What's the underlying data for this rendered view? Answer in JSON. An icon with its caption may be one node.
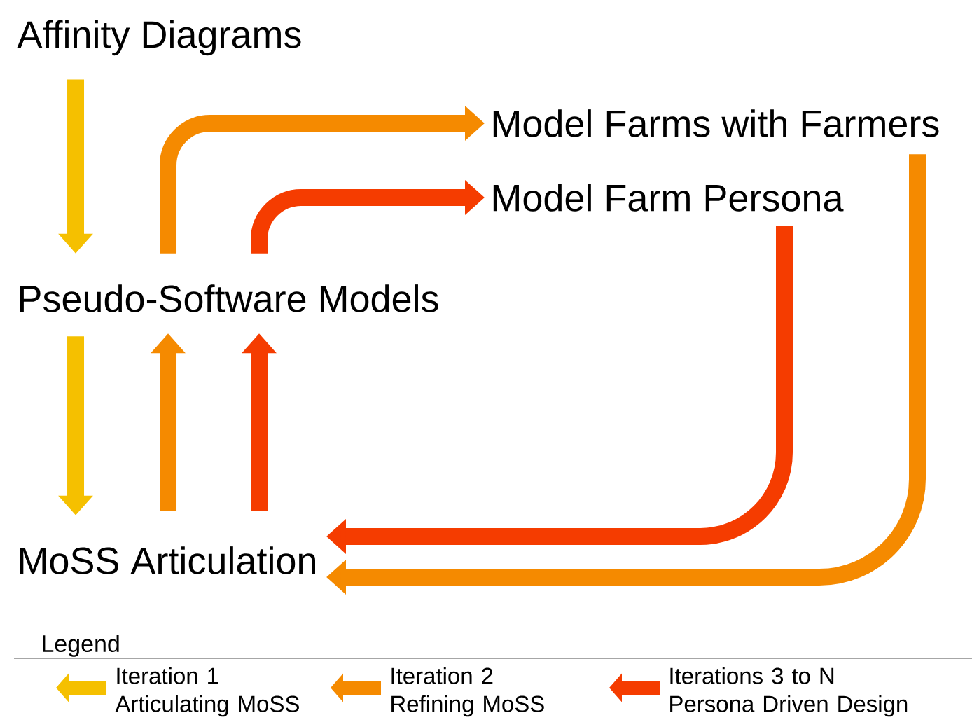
{
  "diagram": {
    "nodes": [
      {
        "text": [
          "Affinity Diagrams"
        ]
      },
      {
        "text": [
          "Pseudo-Software Models"
        ]
      },
      {
        "text": [
          "Model Farms with Farmers"
        ]
      },
      {
        "text": [
          "Model Farm Persona"
        ]
      },
      {
        "text": [
          "MoSS Articulation"
        ]
      }
    ],
    "edges": [
      {
        "from": 0,
        "to": 1,
        "arrow": "to",
        "color": "#f5c000"
      },
      {
        "from": 1,
        "to": 4,
        "arrow": "to",
        "color": "#f5c000"
      },
      {
        "from": 4,
        "to": 1,
        "arrow": "to",
        "color": "#f58a00"
      },
      {
        "from": 4,
        "to": 1,
        "arrow": "to",
        "color": "#f53c00"
      },
      {
        "from": 1,
        "to": 2,
        "arrow": "to",
        "color": "#f58a00"
      },
      {
        "from": 1,
        "to": 3,
        "arrow": "to",
        "color": "#f53c00"
      },
      {
        "from": 2,
        "to": 4,
        "arrow": "to",
        "color": "#f58a00"
      },
      {
        "from": 3,
        "to": 4,
        "arrow": "to",
        "color": "#f53c00"
      }
    ],
    "labels": [
      "Legend"
    ],
    "legend": [
      {
        "text": "Iteration 1 Articulating MoSS",
        "color": "#f5c000"
      },
      {
        "text": "Iteration 2 Refining MoSS",
        "color": "#f58a00"
      },
      {
        "text": "Iterations 3 to N Persona Driven Design",
        "color": "#f53c00"
      }
    ]
  }
}
